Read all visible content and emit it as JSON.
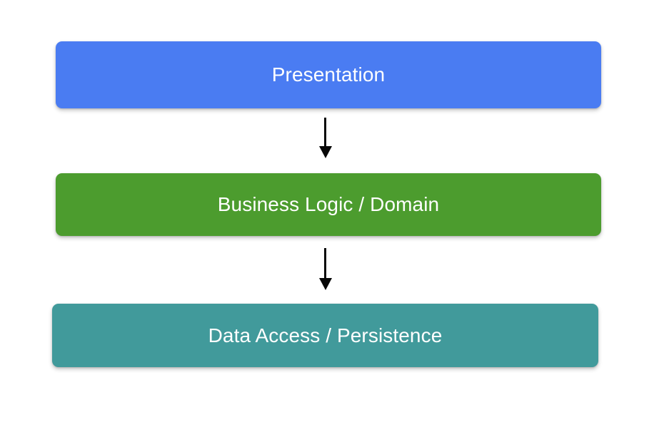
{
  "diagram": {
    "type": "layered-architecture-flow",
    "background_color": "#ffffff",
    "orientation": "vertical-top-down",
    "layers": [
      {
        "id": "presentation",
        "label": "Presentation",
        "fill_color": "#4a7cf2",
        "text_color": "#ffffff"
      },
      {
        "id": "business-logic",
        "label": "Business Logic / Domain",
        "fill_color": "#4c9c2e",
        "text_color": "#ffffff"
      },
      {
        "id": "data-access",
        "label": "Data Access / Persistence",
        "fill_color": "#419a9b",
        "text_color": "#ffffff"
      }
    ],
    "connectors": [
      {
        "id": "presentation-to-business",
        "from": "presentation",
        "to": "business-logic",
        "icon": "down-arrow-icon",
        "color": "#070707"
      },
      {
        "id": "business-to-data",
        "from": "business-logic",
        "to": "data-access",
        "icon": "down-arrow-icon",
        "color": "#070707"
      }
    ]
  }
}
